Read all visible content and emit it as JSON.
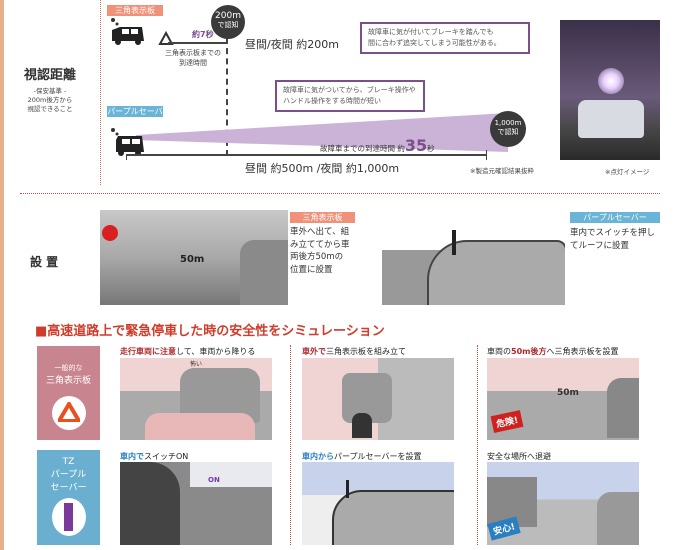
{
  "visibility": {
    "section_label": "視認距離",
    "section_sub": [
      "-保安基準 -",
      "200m後方から",
      "視認できること"
    ],
    "triangle": {
      "tag": "三角表示板",
      "time": "約7秒",
      "reach_label": [
        "三角表示板までの",
        "到達時間"
      ],
      "circle": [
        "200m",
        "で認知"
      ],
      "distance": "昼間/夜間 約200m",
      "callout": [
        "故障車に気が付いてブレーキを踏んでも",
        "間に合わず追突してしまう可能性がある。"
      ]
    },
    "purple": {
      "tag": "パープルセーバー",
      "callout": [
        "故障車に気がついてから、ブレーキ操作や",
        "ハンドル操作をする時間が短い"
      ],
      "time_prefix": "故障車までの到達時間 約",
      "time_value": "35",
      "time_unit": "秒",
      "circle": [
        "1,000m",
        "で認知"
      ],
      "distance": "昼間 約500m /夜間 約1,000m",
      "footnote": "※製造元確認結果抜粋"
    },
    "photo_caption": "※点灯イメージ"
  },
  "install": {
    "section_label": "設 置",
    "triangle_tag": "三角表示板",
    "triangle_text": [
      "車外へ出て、組",
      "み立ててから車",
      "両後方50mの",
      "位置に設置"
    ],
    "triangle_photo_label": "50m",
    "purple_tag": "パープルセーバー",
    "purple_text": [
      "車内でスイッチを押し",
      "てルーフに設置"
    ]
  },
  "simulation": {
    "title": "■高速道路上で緊急停車した時の安全性をシミュレーション",
    "rows": [
      {
        "label": [
          "一般的な",
          "三角表示板"
        ],
        "steps": [
          {
            "hl": "走行車両に注意",
            "rest": "して、車両から降りる",
            "bubble": "怖い"
          },
          {
            "hl": "車外で",
            "rest": "三角表示板を組み立て"
          },
          {
            "pre": "車両の",
            "hl": "50m後方",
            "rest": "へ三角表示板を設置",
            "badge": "危険!",
            "dist": "50m"
          }
        ]
      },
      {
        "label": [
          "TZ",
          "パープル",
          "セーバー"
        ],
        "steps": [
          {
            "hl": "車内で",
            "rest": "スイッチON",
            "badge": "ON"
          },
          {
            "hl": "車内から",
            "rest": "パープルセーバーを設置"
          },
          {
            "pre": "安全な場所へ退避",
            "badge": "安心!"
          }
        ]
      }
    ]
  }
}
